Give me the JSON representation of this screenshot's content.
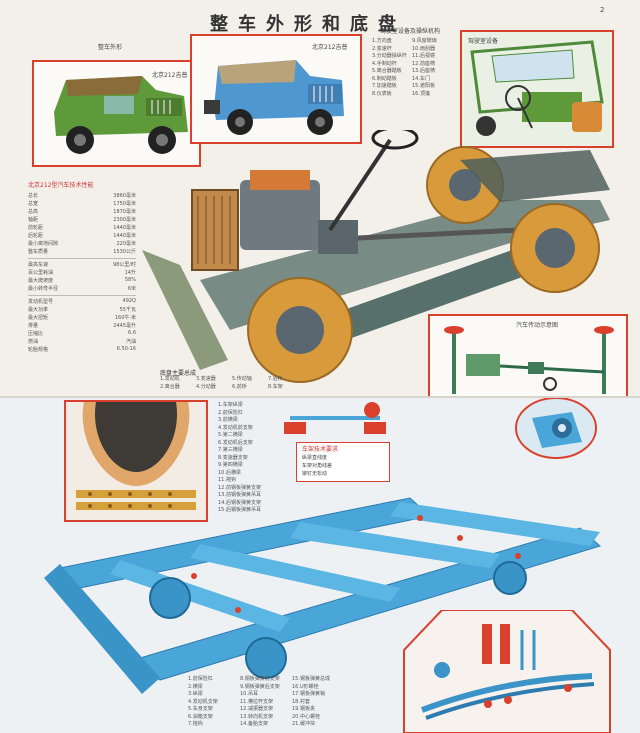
{
  "top": {
    "title": "整车外形和底盘",
    "page_marker": "2",
    "photo1_caption": "北京212吉普",
    "photo2_caption": "北京212吉普",
    "vehicle_caption": "整车外形",
    "equipment_title": "驾驶室设备及操纵机构",
    "equipment_inset_caption": "驾驶室设备",
    "equipment_list": [
      "1.方向盘",
      "2.变速杆",
      "3.分动器操纵杆",
      "4.手制动杆",
      "5.离合器踏板",
      "6.制动踏板",
      "7.加速踏板",
      "8.仪表板",
      "9.风窗玻璃",
      "10.雨刮器",
      "11.后视镜",
      "12.前座椅",
      "13.后座椅",
      "14.车门",
      "15.遮阳板",
      "16.顶篷"
    ],
    "spec_title": "北京212型汽车技术性能",
    "spec_rows": [
      [
        "总长",
        "3860毫米"
      ],
      [
        "总宽",
        "1750毫米"
      ],
      [
        "总高",
        "1870毫米"
      ],
      [
        "轴距",
        "2300毫米"
      ],
      [
        "前轮距",
        "1440毫米"
      ],
      [
        "后轮距",
        "1440毫米"
      ],
      [
        "最小离地间隙",
        "220毫米"
      ],
      [
        "整车质量",
        "1530公斤"
      ],
      [
        "最高车速",
        "98公里/时"
      ],
      [
        "百公里耗油",
        "14升"
      ],
      [
        "最大爬坡度",
        "58%"
      ],
      [
        "最小转弯半径",
        "6米"
      ],
      [
        "发动机型号",
        "492Q"
      ],
      [
        "最大功率",
        "55千瓦"
      ],
      [
        "最大扭矩",
        "160牛·米"
      ],
      [
        "排量",
        "2445毫升"
      ],
      [
        "压缩比",
        "6.6"
      ],
      [
        "燃油",
        "汽油"
      ],
      [
        "轮胎规格",
        "6.50-16"
      ]
    ],
    "drive_title": "汽车传动示意图",
    "chassis_legend_title": "底盘主要总成",
    "chassis_legend": [
      "1.发动机",
      "2.离合器",
      "3.变速器",
      "4.分动器",
      "5.传动轴",
      "6.前桥",
      "7.后桥",
      "8.车架"
    ]
  },
  "bottom": {
    "parts_list": [
      "1.车架纵梁",
      "2.前保险杠",
      "3.前横梁",
      "4.发动机前支架",
      "5.第二横梁",
      "6.发动机后支架",
      "7.第三横梁",
      "8.变速器支架",
      "9.第四横梁",
      "10.后横梁",
      "11.拖钩",
      "12.前钢板弹簧支架",
      "13.前钢板弹簧吊耳",
      "14.后钢板弹簧支架",
      "15.后钢板弹簧吊耳"
    ],
    "pill_title": "车架技术要求",
    "pill_lines": [
      "纵梁直线度",
      "车架对角线差",
      "铆钉无松动"
    ],
    "bottom_legend_a": [
      "1.前保险杠",
      "2.横梁",
      "3.纵梁",
      "4.发动机支架",
      "5.车身支架",
      "6.油箱支架",
      "7.拖钩"
    ],
    "bottom_legend_b": [
      "8.钢板弹簧前支架",
      "9.钢板弹簧后支架",
      "10.吊耳",
      "11.横拉杆支架",
      "12.减振器支架",
      "13.转向机支架",
      "14.备胎支架"
    ],
    "bottom_legend_c": [
      "15.钢板弹簧总成",
      "16.U形螺栓",
      "17.钢板弹簧销",
      "18.衬套",
      "19.钢板夹",
      "20.中心螺栓",
      "21.缓冲块"
    ]
  },
  "colors": {
    "frame_red": "#d9412c",
    "chassis_blue": "#4aa6d8",
    "tire_orange": "#d99a3c",
    "jeep_green": "#5e9a3a",
    "jeep_blue": "#4f97d1",
    "engine_grey": "#6f7a80"
  }
}
